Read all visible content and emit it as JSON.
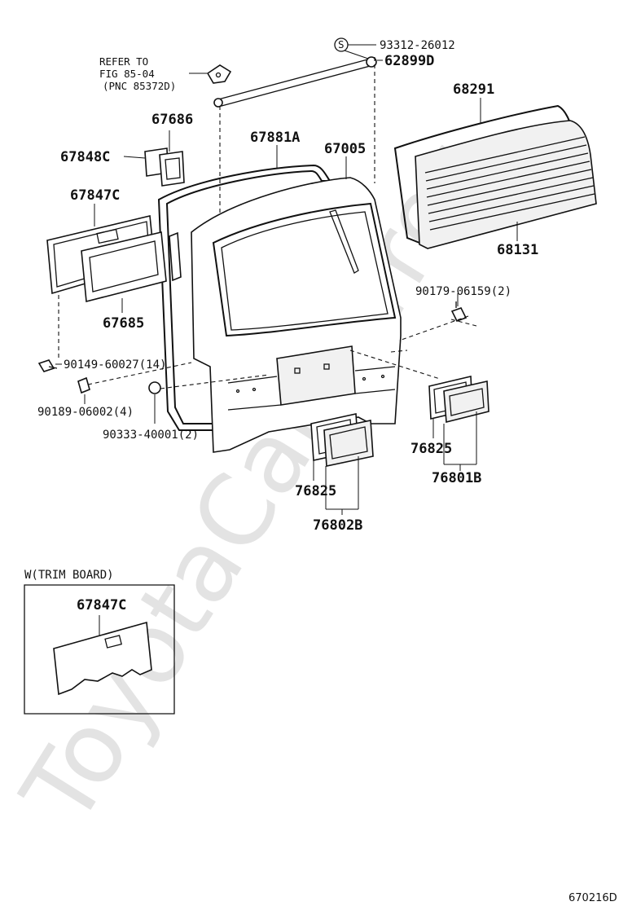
{
  "diagram": {
    "watermark": "ToyotaCarMirror",
    "figure_code": "670216D",
    "reference": {
      "line1": "REFER TO",
      "line2": "FIG 85-04",
      "line3": "(PNC 85372D)"
    },
    "screw_symbol": "S",
    "inset_title": "W(TRIM BOARD)",
    "labels": {
      "p93312": "93312-26012",
      "p62899D": "62899D",
      "p68291": "68291",
      "p67686": "67686",
      "p67848C": "67848C",
      "p67881A": "67881A",
      "p67005": "67005",
      "p67847C": "67847C",
      "p68131": "68131",
      "p90179": "90179-06159(2)",
      "p67685": "67685",
      "p90149": "90149-60027(14)",
      "p90189": "90189-06002(4)",
      "p90333": "90333-40001(2)",
      "p76825r": "76825",
      "p76801B": "76801B",
      "p76825c": "76825",
      "p76802B": "76802B",
      "p67847C_inset": "67847C"
    }
  }
}
